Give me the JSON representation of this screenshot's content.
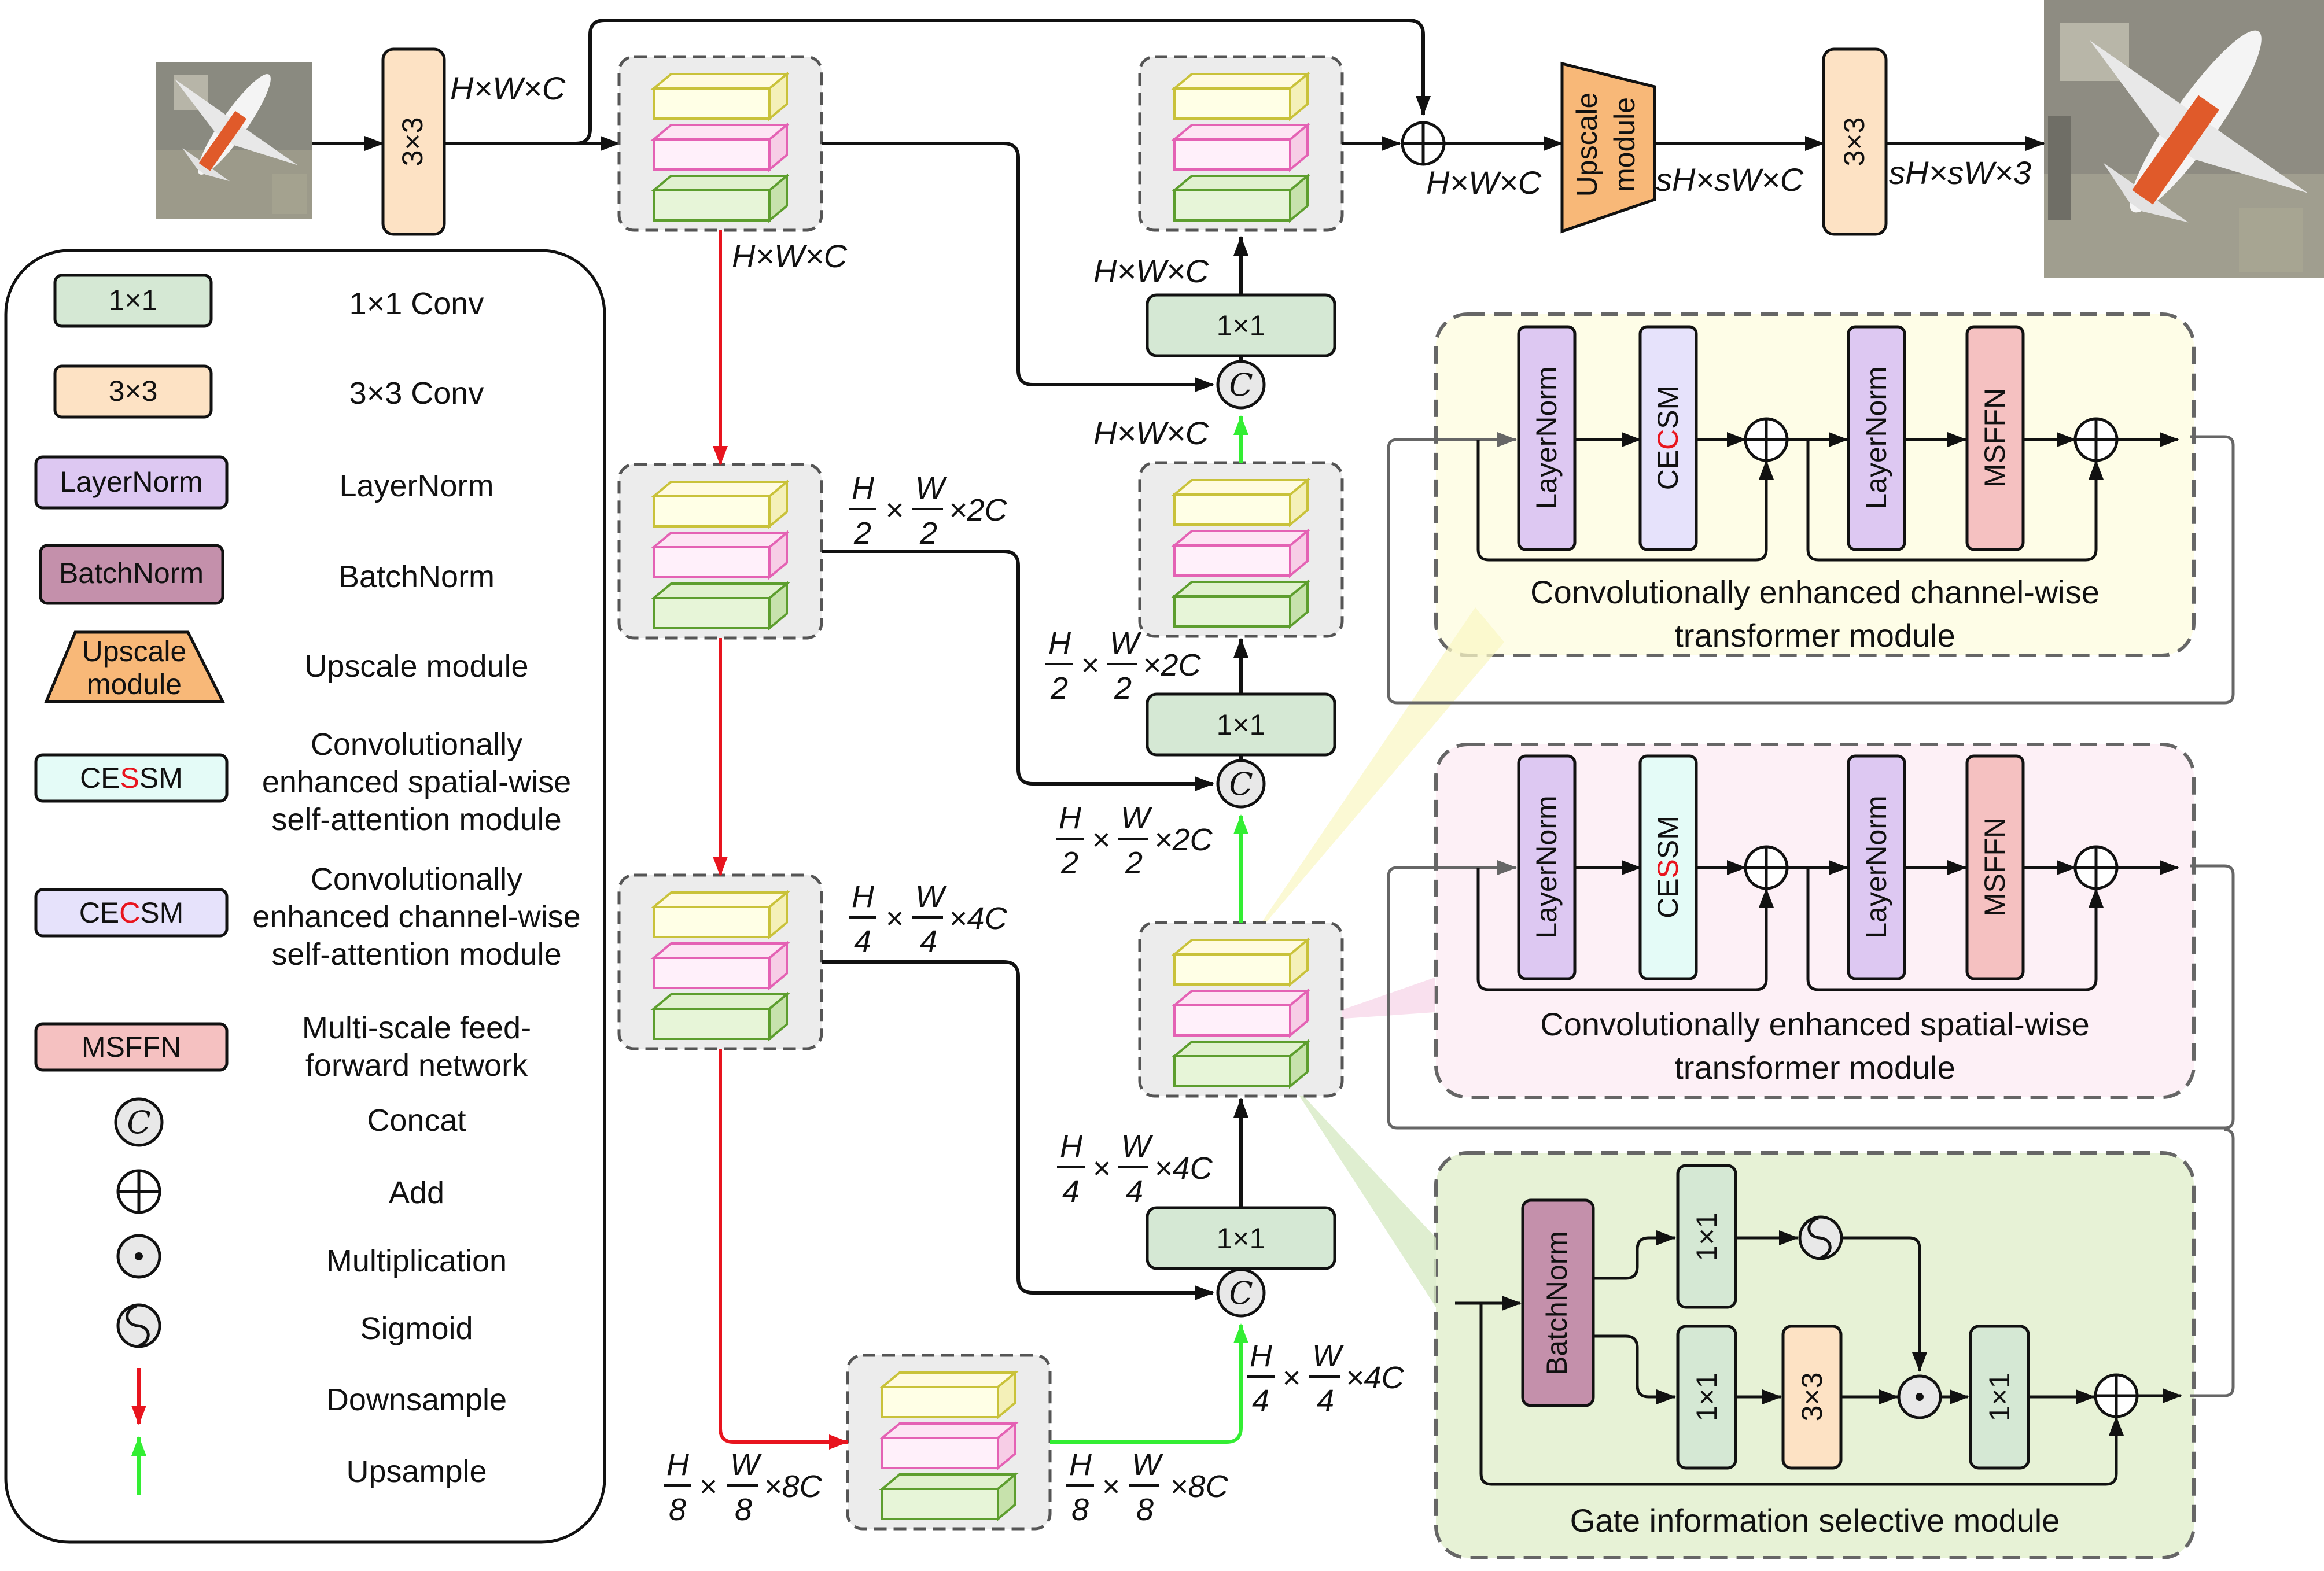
{
  "dims": {
    "hwc": "H×W×C",
    "shwc": "sH×sW×C",
    "shw3": "sH×sW×3",
    "H": "H",
    "W": "W",
    "two": "2",
    "four": "4",
    "eight": "8",
    "times": "×",
    "c2": "×2C",
    "c4": "×4C",
    "c8": "×8C"
  },
  "blocks": {
    "conv1": "1×1",
    "conv3": "3×3",
    "layernorm": "LayerNorm",
    "batchnorm": "BatchNorm",
    "upscale_line1": "Upscale",
    "upscale_line2": "module",
    "cecsm_pre": "CE",
    "cecsm_mid": "C",
    "cecsm_post": "SM",
    "cessm_pre": "CE",
    "cessm_mid": "S",
    "cessm_post": "SM",
    "msffn": "MSFFN",
    "concat_glyph": "C"
  },
  "modules": {
    "channel_line1": "Convolutionally enhanced channel-wise",
    "channel_line2": "transformer module",
    "spatial_line1": "Convolutionally enhanced spatial-wise",
    "spatial_line2": "transformer module",
    "gate": "Gate information selective module"
  },
  "legend": {
    "conv1": "1×1 Conv",
    "conv3": "3×3 Conv",
    "layernorm": "LayerNorm",
    "batchnorm": "BatchNorm",
    "upscale": "Upscale module",
    "cessm": [
      "Convolutionally",
      "enhanced spatial-wise",
      "self-attention module"
    ],
    "cecsm": [
      "Convolutionally",
      "enhanced channel-wise",
      "self-attention module"
    ],
    "msffn": [
      "Multi-scale feed-",
      "forward network"
    ],
    "concat": "Concat",
    "add": "Add",
    "mult": "Multiplication",
    "sigmoid": "Sigmoid",
    "down": "Downsample",
    "up": "Upsample"
  },
  "colors": {
    "conv1": "#d5e8d4",
    "conv3": "#fde2c4",
    "layernorm": "#ddc8f2",
    "batchnorm": "#c490ab",
    "upscale": "#f8b878",
    "cessm": "#e4fbf7",
    "cecsm": "#e6e2fb",
    "msffn": "#f5c1c1",
    "down": "#e8141e",
    "up": "#33ee33",
    "mod_channel": "#fefde7",
    "mod_spatial": "#fdf0f6",
    "mod_gate": "#e7f2d6",
    "block_bg": "#ececec"
  }
}
